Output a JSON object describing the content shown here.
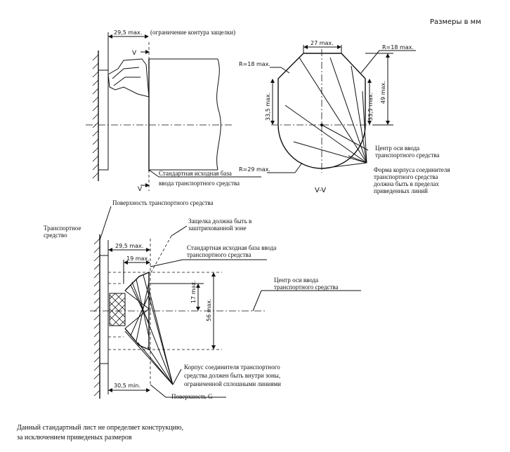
{
  "header": {
    "units": "Размеры в мм"
  },
  "top_left": {
    "dim_29_5": "29,5 max.",
    "dim_29_5_note": "(ограничение контура защелки)",
    "section_mark_top": "V",
    "section_mark_bottom": "V",
    "reference_base_line1": "Стандартная исходная база",
    "reference_base_line2": "ввода транспортного средства"
  },
  "section_vv": {
    "dim_27": "27 max.",
    "r18_left": "R=18 max.",
    "r18_right": "R=18 max.",
    "dim_33_5_left": "33,5 max.",
    "dim_33_5_right": "33,5 max.",
    "dim_49": "49 max.",
    "r29": "R=29 max.",
    "center_label_line1": "Центр оси ввода",
    "center_label_line2": "транспортного средства",
    "shape_note_line1": "Форма корпуса соединителя",
    "shape_note_line2": "транспортного средства",
    "shape_note_line3": "должна быть в пределах",
    "shape_note_line4": "приведенных линий",
    "title": "V-V"
  },
  "bottom": {
    "vehicle_surface": "Поверхность транспортного средства",
    "vehicle_line1": "Транспортное",
    "vehicle_line2": "средство",
    "latch_line1": "Защелка должна быть в",
    "latch_line2": "заштрихованной зоне",
    "dim_29_5": "29,5 max.",
    "dim_19": "19 max.",
    "base_line1": "Стандартная исходная база ввода",
    "base_line2": "транспортного средства",
    "dim_17": "17 max.",
    "dim_56": "56 max.",
    "center_line1": "Центр оси ввода",
    "center_line2": "транспортного средства",
    "housing_line1": "Корпус соединителя транспортного",
    "housing_line2": "средства должен быть внутри зоны,",
    "housing_line3": "ограниченной сплошными линиями",
    "dim_30_5": "30,5 min.",
    "surface_g": "Поверхность G"
  },
  "footer": {
    "line1": "Данный стандартный лист не определяет конструкцию,",
    "line2": "за исключением приведеных размеров"
  }
}
